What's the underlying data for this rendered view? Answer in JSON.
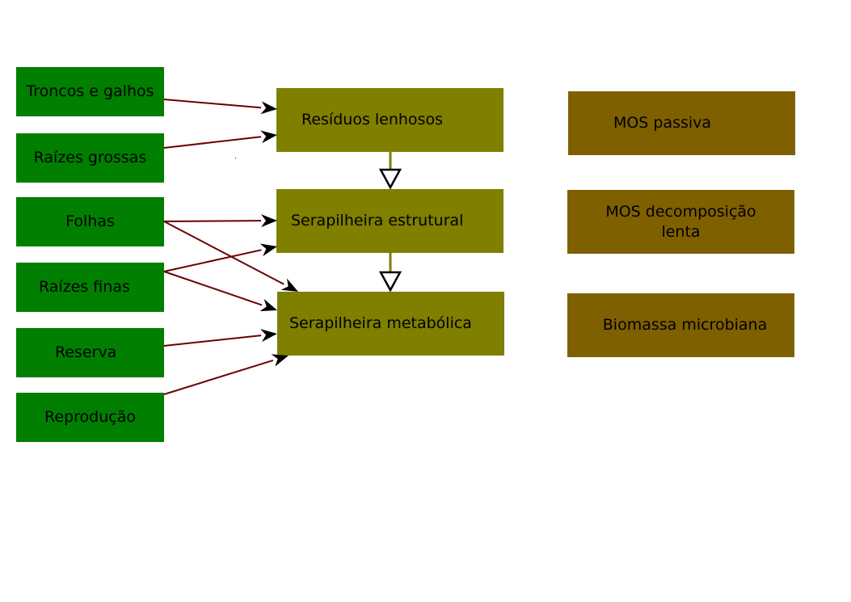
{
  "sources": [
    {
      "id": "troncos",
      "label": "Troncos e galhos"
    },
    {
      "id": "raizes-grossas",
      "label": "Raízes grossas"
    },
    {
      "id": "folhas",
      "label": "Folhas"
    },
    {
      "id": "raizes-finas",
      "label": "Raízes finas"
    },
    {
      "id": "reserva",
      "label": "Reserva"
    },
    {
      "id": "reproducao",
      "label": "Reprodução"
    }
  ],
  "litter_pools": [
    {
      "id": "residuos",
      "label": "Resíduos lenhosos"
    },
    {
      "id": "estrutural",
      "label": "Serapilheira estrutural"
    },
    {
      "id": "metabolica",
      "label": "Serapilheira metabólica"
    }
  ],
  "soil_pools": [
    {
      "id": "passiva",
      "label": "MOS passiva"
    },
    {
      "id": "lenta",
      "label": "MOS decomposição lenta"
    },
    {
      "id": "microbiana",
      "label": "Biomassa microbiana"
    }
  ],
  "flows": [
    {
      "from": "troncos",
      "to": "residuos"
    },
    {
      "from": "raizes-grossas",
      "to": "residuos"
    },
    {
      "from": "folhas",
      "to": "estrutural"
    },
    {
      "from": "folhas",
      "to": "metabolica"
    },
    {
      "from": "raizes-finas",
      "to": "estrutural"
    },
    {
      "from": "raizes-finas",
      "to": "metabolica"
    },
    {
      "from": "reserva",
      "to": "metabolica"
    },
    {
      "from": "reproducao",
      "to": "metabolica"
    }
  ],
  "transitions": [
    {
      "from": "residuos",
      "to": "estrutural"
    },
    {
      "from": "estrutural",
      "to": "metabolica"
    }
  ],
  "colors": {
    "source_fill": "#007f00",
    "litter_fill": "#7f7f00",
    "soil_fill": "#7f6000",
    "flow_line": "#6b0000",
    "transition_line": "#7f7f00"
  }
}
